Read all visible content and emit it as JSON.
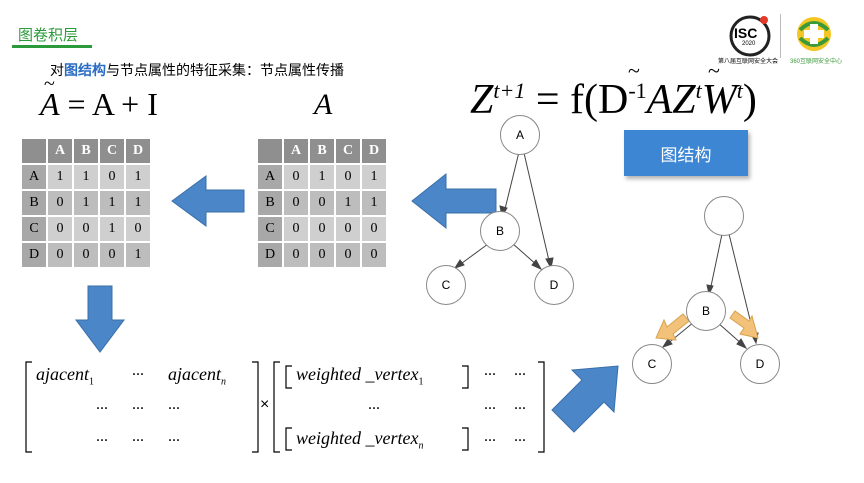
{
  "header": {
    "title": "图卷积层",
    "subtitle_pre": "对",
    "subtitle_highlight": "图结构",
    "subtitle_post": "与节点属性的特征采集：节点属性传播"
  },
  "logos": {
    "isc_text": "ISC",
    "isc_year": "2020",
    "isc_caption": "第八届互联网安全大会",
    "brand_caption": "360互联网安全中心"
  },
  "formulas": {
    "a_tilde_eq": "A = A + I",
    "a_label": "A",
    "main_lhs": "Z",
    "main_sup": "t+1",
    "main_rhs": "= f(D",
    "main_rhs_sup": "-1",
    "main_rhs2": "AZ",
    "main_rhs2_sup": "t",
    "main_rhs3": "W",
    "main_rhs3_sup": "t",
    "main_close": ")"
  },
  "matrix_tilde": {
    "headers": [
      "",
      "A",
      "B",
      "C",
      "D"
    ],
    "rows": [
      [
        "A",
        "1",
        "1",
        "0",
        "1"
      ],
      [
        "B",
        "0",
        "1",
        "1",
        "1"
      ],
      [
        "C",
        "0",
        "0",
        "1",
        "0"
      ],
      [
        "D",
        "0",
        "0",
        "0",
        "1"
      ]
    ]
  },
  "matrix_a": {
    "headers": [
      "",
      "A",
      "B",
      "C",
      "D"
    ],
    "rows": [
      [
        "A",
        "0",
        "1",
        "0",
        "1"
      ],
      [
        "B",
        "0",
        "0",
        "1",
        "1"
      ],
      [
        "C",
        "0",
        "0",
        "0",
        "0"
      ],
      [
        "D",
        "0",
        "0",
        "0",
        "0"
      ]
    ]
  },
  "graph1": {
    "nodes": [
      "A",
      "B",
      "C",
      "D"
    ]
  },
  "graph2": {
    "nodes": [
      "",
      "B",
      "C",
      "D"
    ]
  },
  "struct_button": "图结构",
  "bottom": {
    "adj_first": "ajacent",
    "adj_first_sub": "1",
    "adj_last": "ajacent",
    "adj_last_sub": "n",
    "dots": "...",
    "times": "×",
    "wv_first": "weighted _vertex",
    "wv_first_sub": "1",
    "wv_last": "weighted _vertex",
    "wv_last_sub": "n"
  },
  "colors": {
    "title_green": "#2a9a3a",
    "highlight_blue": "#2b6cc4",
    "arrow_blue": "#4a86c8",
    "button_blue": "#3d86d3",
    "small_arrow_orange": "#f3c27a"
  }
}
